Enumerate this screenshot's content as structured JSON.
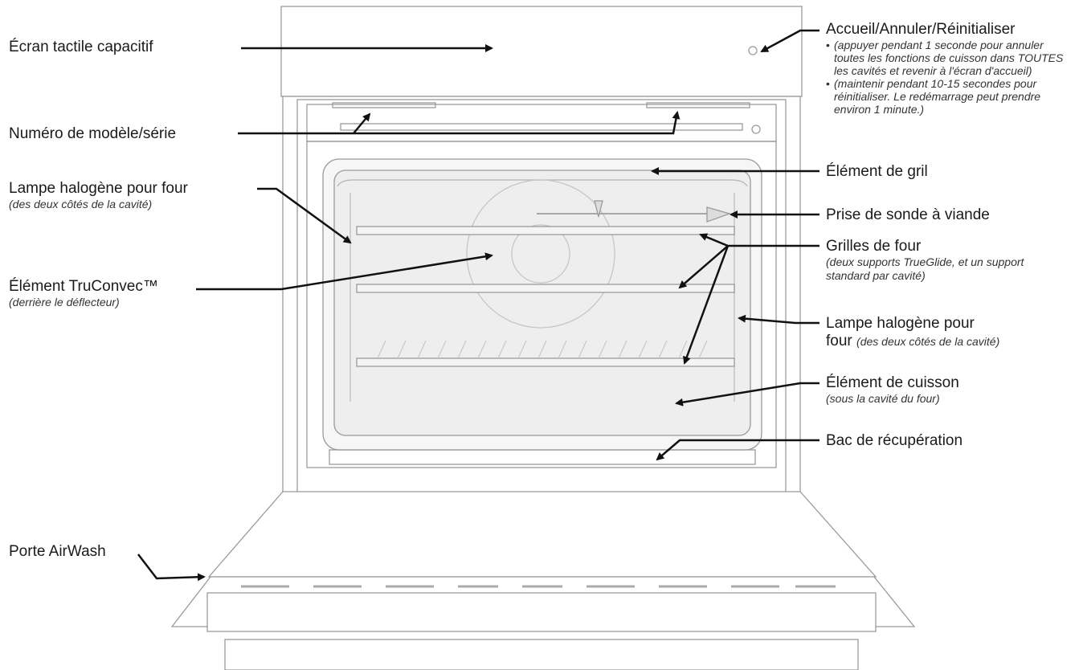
{
  "labels": {
    "touchscreen": "Écran tactile capacitif",
    "model_serial": "Numéro de modèle/série",
    "halogen_left": "Lampe halogène pour four",
    "halogen_left_sub": "(des deux côtés de la cavité)",
    "truconvec": "Élément TruConvec™",
    "truconvec_sub": "(derrière le déflecteur)",
    "airwash": "Porte AirWash",
    "home_cancel": "Accueil/Annuler/Réinitialiser",
    "home_note_1": "(appuyer pendant 1 seconde pour annuler toutes les fonctions de cuisson dans TOUTES les cavités et revenir à l'écran d'accueil)",
    "home_note_2": "(maintenir pendant 10-15 secondes pour réinitialiser. Le redémarrage peut prendre environ 1 minute.)",
    "broil": "Élément de gril",
    "probe": "Prise de sonde à viande",
    "racks": "Grilles de four",
    "racks_sub": "(deux supports TrueGlide, et un support standard par cavité)",
    "halogen_right_line1": "Lampe halogène pour",
    "halogen_right_line2": "four",
    "halogen_right_sub": "(des deux côtés de la cavité)",
    "bake": "Élément de cuisson",
    "bake_sub": "(sous la cavité du four)",
    "drip": "Bac de récupération"
  },
  "colors": {
    "text": "#1a1a1a",
    "line": "#111111",
    "oven_outline": "#9a9a9a",
    "cavity_fill": "#eeeeee"
  }
}
